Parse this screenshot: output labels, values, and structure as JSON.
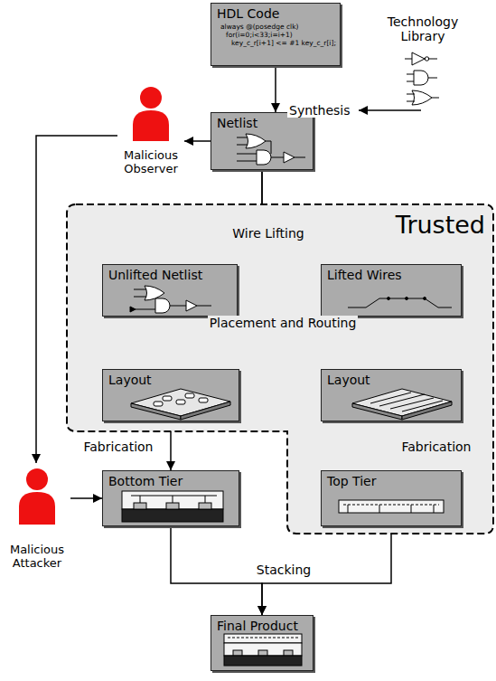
{
  "diagram": {
    "nodes": [
      {
        "text": [
          "HDL Code",
          "always @(posedge clk)",
          "for(i=0;i<33;i=i+1)",
          "key_c_r[i+1] <= #1 key_c_r[i];"
        ]
      },
      {
        "text": [
          "Netlist"
        ]
      },
      {
        "text": [
          "Malicious Observer"
        ]
      },
      {
        "text": [
          "Trusted"
        ]
      },
      {
        "text": [
          "Unlifted Netlist"
        ],
        "in": 3
      },
      {
        "text": [
          "Lifted Wires"
        ],
        "in": 3
      },
      {
        "text": [
          "Layout"
        ],
        "in": 3
      },
      {
        "text": [
          "Layout"
        ],
        "in": 3
      },
      {
        "text": [
          "Bottom Tier"
        ]
      },
      {
        "text": [
          "Top Tier"
        ],
        "in": 3
      },
      {
        "text": [
          "Malicious Attacker"
        ]
      },
      {
        "text": [
          "Final Product"
        ]
      }
    ],
    "edges": [
      {
        "from": 0,
        "to": 1,
        "label": "Synthesis",
        "arrow": "to"
      },
      {
        "from": 1,
        "to": 2,
        "arrow": "to"
      },
      {
        "from": 2,
        "to": 10,
        "arrow": "to"
      },
      {
        "from": 1,
        "to": 4,
        "label": "Wire Lifting",
        "arrow": "to"
      },
      {
        "from": 1,
        "to": 5,
        "arrow": "to"
      },
      {
        "from": 4,
        "to": 6,
        "label": "Placement and Routing",
        "arrow": "to"
      },
      {
        "from": 4,
        "to": 7,
        "arrow": "to"
      },
      {
        "from": 5,
        "to": 7,
        "arrow": "to"
      },
      {
        "from": 6,
        "to": 7,
        "arrow": "to"
      },
      {
        "from": 6,
        "to": 8,
        "label": "Fabrication",
        "arrow": "to"
      },
      {
        "from": 7,
        "to": 9,
        "label": "Fabrication",
        "arrow": "to"
      },
      {
        "from": 10,
        "to": 8,
        "arrow": "to"
      },
      {
        "from": 8,
        "to": 11,
        "label": "Stacking",
        "arrow": "to"
      },
      {
        "from": 9,
        "to": 11,
        "arrow": "to"
      }
    ],
    "labels": [
      "Technology Library"
    ]
  }
}
